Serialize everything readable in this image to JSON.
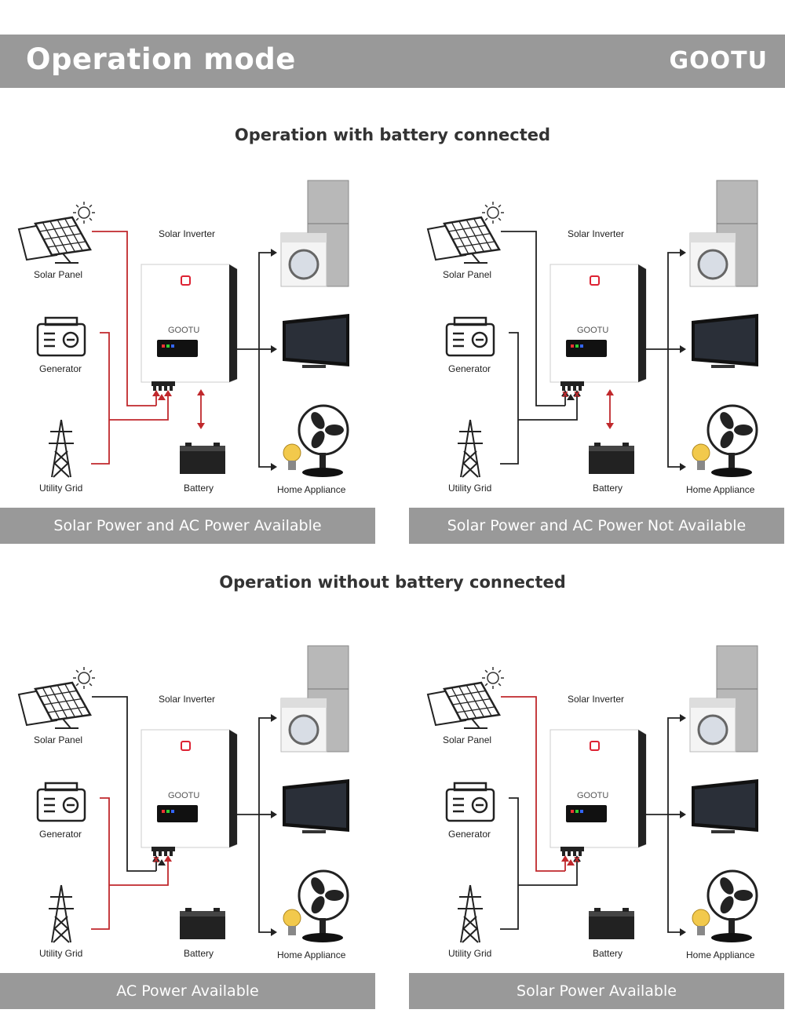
{
  "header": {
    "title": "Operation mode",
    "brand": "GOOTU"
  },
  "sections": {
    "with_battery": "Operation with battery connected",
    "without_battery": "Operation without battery connected"
  },
  "labels": {
    "solar_panel": "Solar Panel",
    "solar_inverter": "Solar Inverter",
    "generator": "Generator",
    "utility_grid": "Utility Grid",
    "battery": "Battery",
    "home_appliance": "Home Appliance",
    "inverter_brand": "GOOTU"
  },
  "panels": [
    {
      "caption": "Solar Power and AC Power Available"
    },
    {
      "caption": "Solar Power and AC Power Not Available"
    },
    {
      "caption": "AC Power Available"
    },
    {
      "caption": "Solar Power Available"
    }
  ],
  "colors": {
    "active_line": "#c0282c",
    "inactive_line": "#222222",
    "caption_bg": "#999999"
  }
}
